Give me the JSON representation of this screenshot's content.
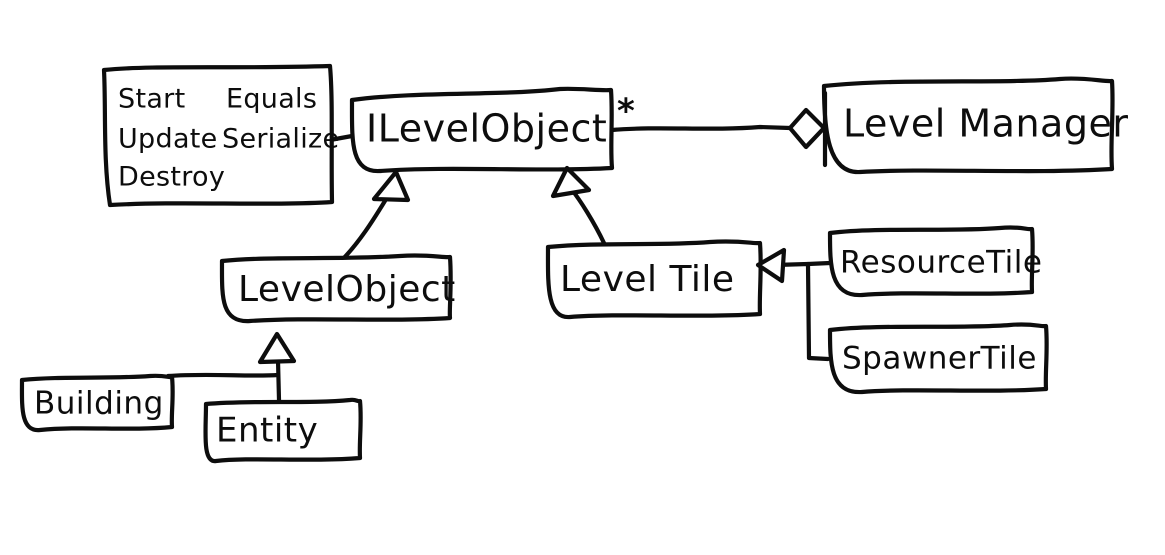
{
  "diagram": {
    "title": "ILevelObject class diagram",
    "style": "hand-drawn-sketch",
    "stroke_color": "#0d0d0d",
    "background_color": "#ffffff",
    "nodes": {
      "methods_box": {
        "name": "methods-box",
        "rows": [
          {
            "left": "Start",
            "right": "Equals"
          },
          {
            "left": "Update",
            "right": "Serialize"
          },
          {
            "left": "Destroy",
            "right": ""
          }
        ]
      },
      "ilevelobject": {
        "label": "ILevelObject",
        "multiplicity": "*"
      },
      "levelmanager": {
        "label": "Level Manager"
      },
      "levelobject": {
        "label": "LevelObject"
      },
      "leveltile": {
        "label": "Level Tile"
      },
      "resourcetile": {
        "label": "ResourceTile"
      },
      "spawnertile": {
        "label": "SpawnerTile"
      },
      "building": {
        "label": "Building"
      },
      "entity": {
        "label": "Entity"
      }
    },
    "relationships": [
      {
        "name": "ilevelobject-methods-link",
        "type": "note-link",
        "from": "methods_box",
        "to": "ilevelobject"
      },
      {
        "name": "levelmanager-aggregation",
        "type": "aggregation",
        "from": "levelmanager",
        "to": "ilevelobject",
        "multiplicity": "*"
      },
      {
        "name": "levelobject-inheritance",
        "type": "generalization",
        "from": "levelobject",
        "to": "ilevelobject"
      },
      {
        "name": "leveltile-inheritance",
        "type": "generalization",
        "from": "leveltile",
        "to": "ilevelobject"
      },
      {
        "name": "resourcetile-inheritance",
        "type": "generalization",
        "from": "resourcetile",
        "to": "leveltile"
      },
      {
        "name": "spawnertile-inheritance",
        "type": "generalization",
        "from": "spawnertile",
        "to": "leveltile"
      },
      {
        "name": "building-inheritance",
        "type": "generalization",
        "from": "building",
        "to": "levelobject"
      },
      {
        "name": "entity-inheritance",
        "type": "generalization",
        "from": "entity",
        "to": "levelobject"
      }
    ]
  }
}
